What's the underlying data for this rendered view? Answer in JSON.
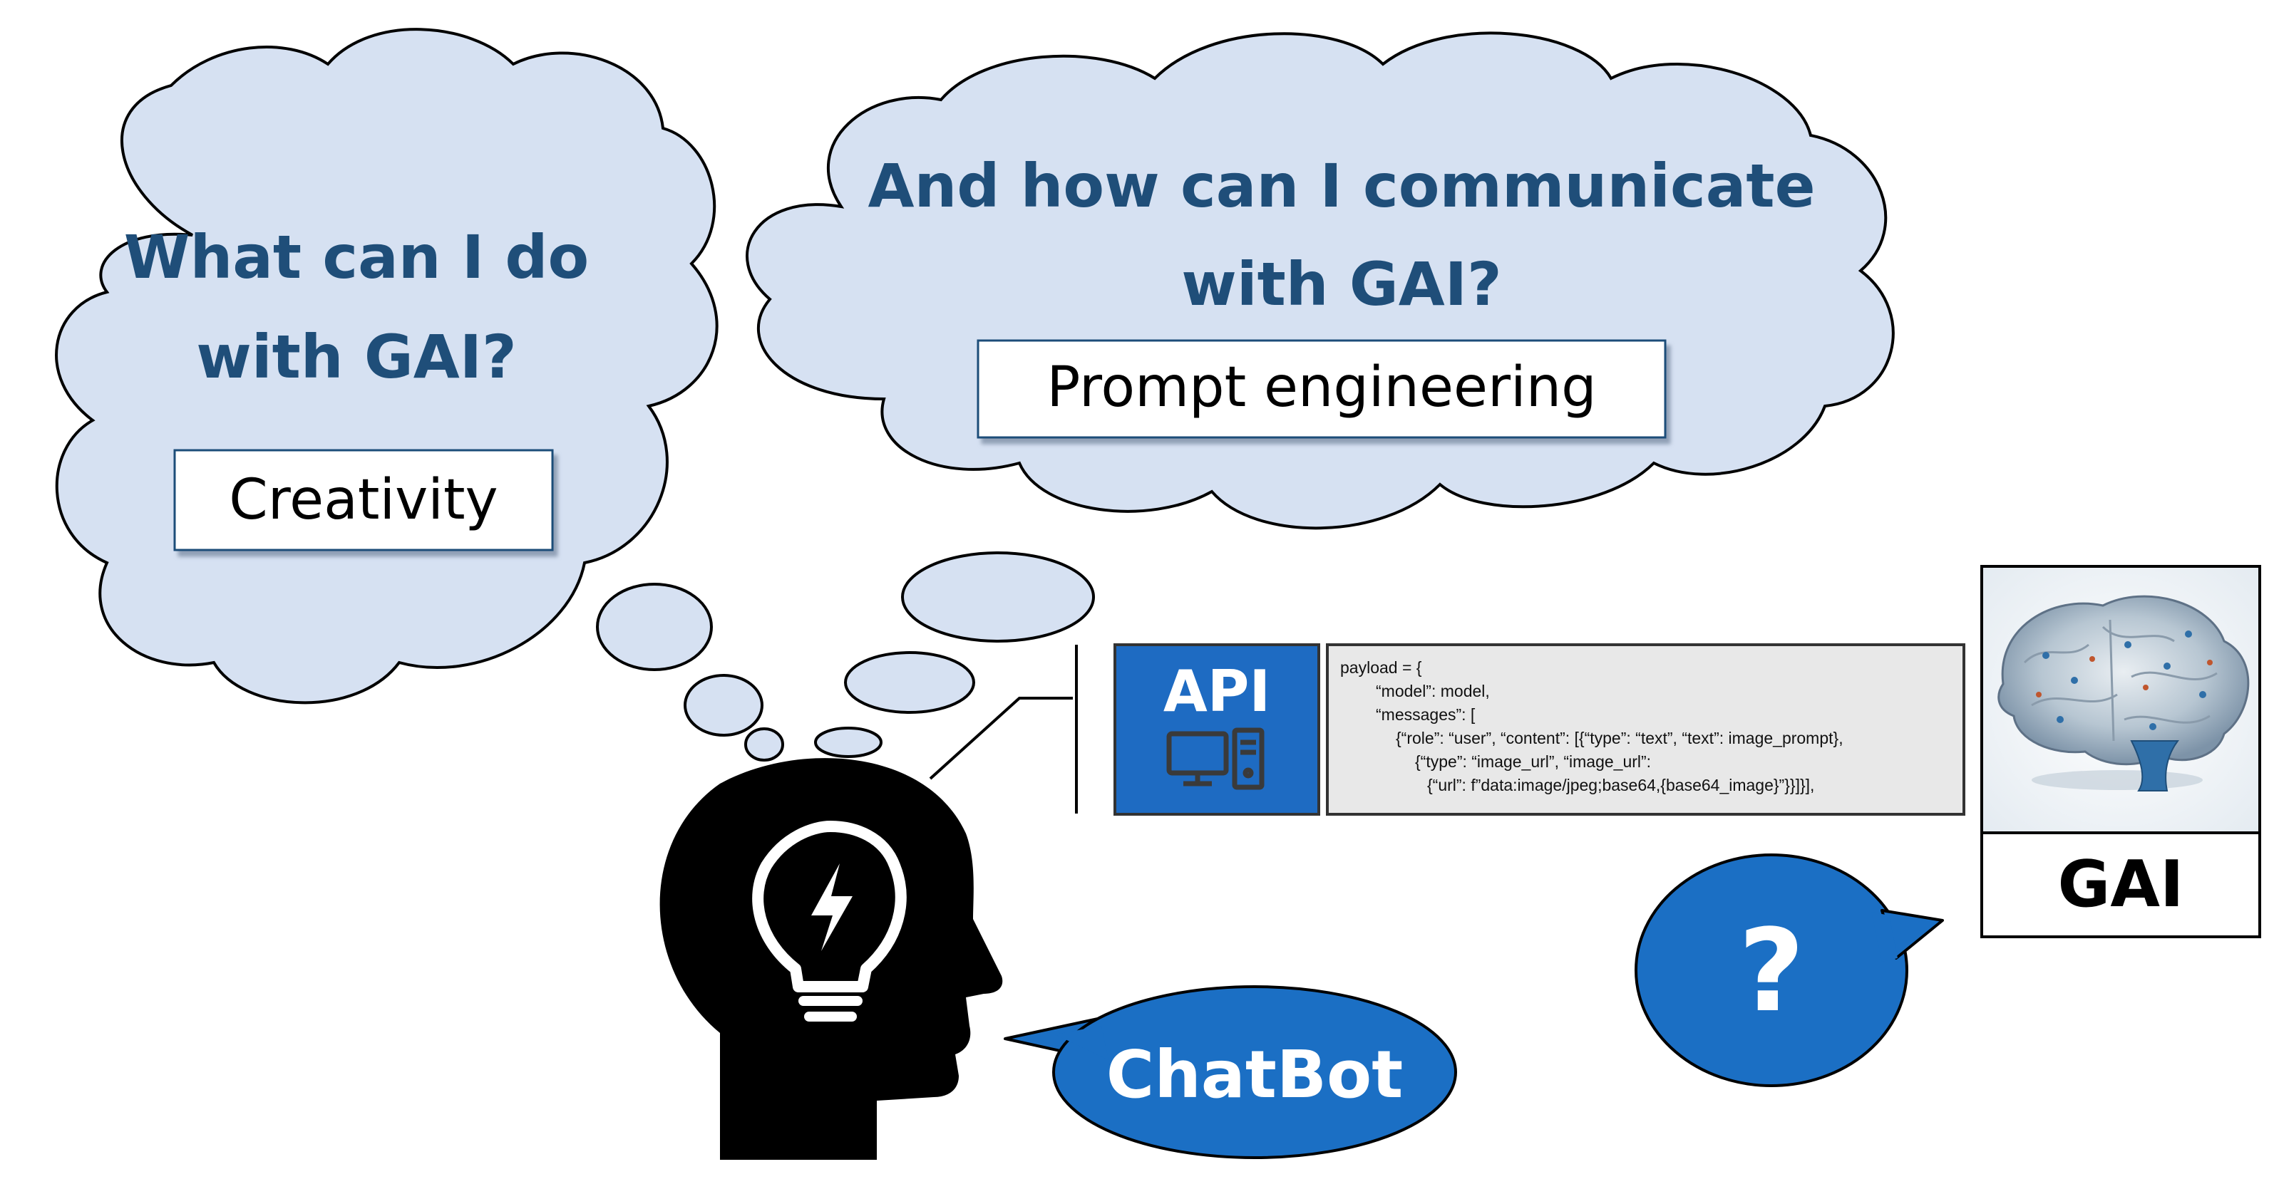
{
  "left_thought": {
    "question_line1": "What can I do",
    "question_line2": "with GAI?",
    "answer": "Creativity"
  },
  "right_thought": {
    "question_line1": "And how can I communicate",
    "question_line2": "with GAI?",
    "answer": "Prompt engineering"
  },
  "api": {
    "label": "API",
    "icon": "computer-tower-icon",
    "code_lines": [
      "payload = {",
      "“model”: model,",
      "“messages”: [",
      "{“role”: “user”, “content”: [{“type”: “text”, “text”: image_prompt},",
      "{“type”: “image_url”, “image_url”:",
      "{“url”: f”data:image/jpeg;base64,{base64_image}”}}]}],"
    ]
  },
  "chatbot_bubble": {
    "label": "ChatBot"
  },
  "question_bubble": {
    "label": "?"
  },
  "gai": {
    "label": "GAI",
    "image": "brain-circuit-image"
  },
  "person": {
    "icon": "head-lightbulb-icon"
  },
  "colors": {
    "cloud_fill": "#d6e1f2",
    "title_blue": "#1f4e79",
    "bubble_blue": "#1b6fc4",
    "api_blue": "#1e6bc2",
    "code_bg": "#e8e8e8"
  }
}
